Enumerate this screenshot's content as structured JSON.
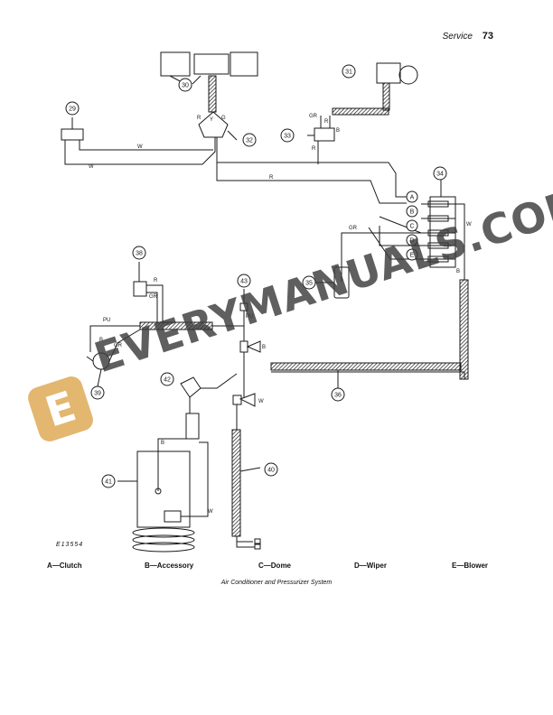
{
  "header": {
    "section": "Service",
    "page": "73"
  },
  "figure_id": "E13554",
  "callouts": [
    "29",
    "30",
    "31",
    "32",
    "33",
    "34",
    "35",
    "36",
    "38",
    "39",
    "40",
    "41",
    "43",
    "42"
  ],
  "switch_letters": [
    "A",
    "B",
    "C",
    "D",
    "E"
  ],
  "wire_labels": {
    "w1": "W",
    "w2": "W",
    "r_main": "R",
    "gr_top": "GR",
    "r_33": "R",
    "b_33": "B",
    "r_32": "R",
    "y_32": "Y",
    "g_32": "G",
    "gr_35": "GR",
    "w_34": "W",
    "b_34": "B",
    "r_38": "R",
    "gr_38": "GR",
    "pu": "PU",
    "pu_43": "PU",
    "b_39": "B",
    "gr_39": "GR",
    "b_43": "B",
    "w_relay": "W",
    "b_41": "B",
    "w_41": "W",
    "r_33b": "R"
  },
  "legend": [
    {
      "letter": "A",
      "label": "A—Clutch"
    },
    {
      "letter": "B",
      "label": "B—Accessory"
    },
    {
      "letter": "C",
      "label": "C—Dome"
    },
    {
      "letter": "D",
      "label": "D—Wiper"
    },
    {
      "letter": "E",
      "label": "E—Blower"
    }
  ],
  "caption": "Air Conditioner and Pressurizer System",
  "watermark": {
    "logo_letter": "E",
    "text": "EVERYMANUALS.COM",
    "logo_color": "#e0b060"
  }
}
